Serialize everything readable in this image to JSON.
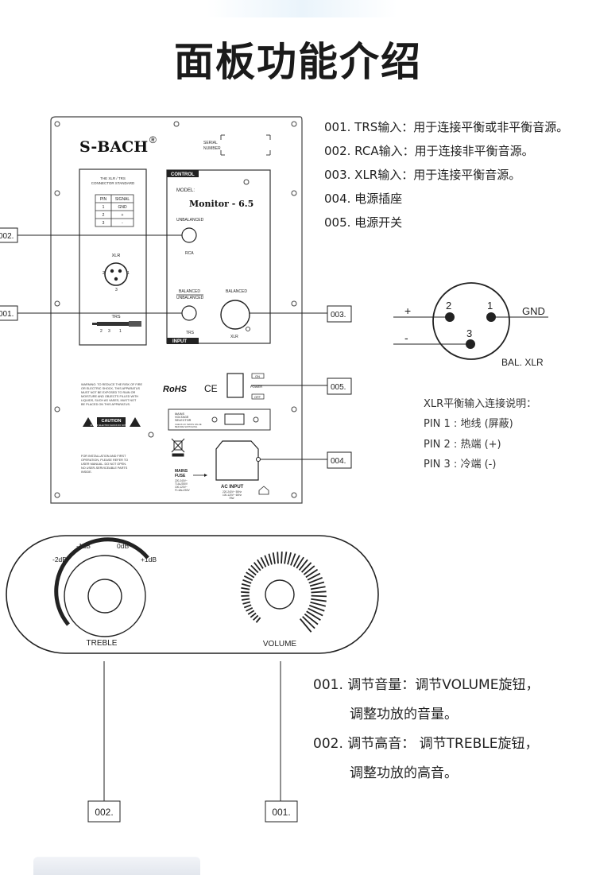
{
  "title": "面板功能介绍",
  "panel": {
    "brand": "S-BACH",
    "brand_mark": "®",
    "serial_label": "SERIAL NUMBER",
    "xlr_std_title": "THE XLR / TRS CONNECTOR STANDARD",
    "pin_table": {
      "headers": [
        "PIN",
        "SIGNAL"
      ],
      "rows": [
        [
          "1",
          "GND"
        ],
        [
          "2",
          "+"
        ],
        [
          "3",
          "-"
        ]
      ]
    },
    "xlr_label": "XLR",
    "xlr_pins": [
      "1",
      "2",
      "3"
    ],
    "trs_label": "TRS",
    "trs_pins": [
      "2",
      "3",
      "1"
    ],
    "control_tab": "CONTROL",
    "model_label": "MODEL:",
    "model_name": "Monitor - 6.5",
    "unbalanced_label": "UNBALANCED",
    "rca_label": "RCA",
    "balanced_unbalanced_top": "BALANCED",
    "balanced_unbalanced_bottom": "UNBALANCED",
    "balanced_label": "BALANCED",
    "trs_jack_label": "TRS",
    "xlr_jack_label": "XLR",
    "input_tab": "INPUT",
    "warning_text": [
      "WARNING: TO REDUCE THE RISK OF FIRE",
      "OR ELECTRIC SHOCK, THIS APPARATUS",
      "MUST NOT BE EXPOSED TO RAIN OR",
      "MOISTURE AND OBJECTS FILLED WITH",
      "LIQUIDS, SUCH AS VASES, MUST NOT",
      "BE PLACED ON THIS APPARATUS."
    ],
    "caution_label": "CAUTION",
    "caution_sub": "RISK OF ELECTRIC SHOCK DO NOT OPEN",
    "rohs": "RoHS",
    "ce": "CE",
    "power_on": "ON",
    "power_label": "POWER",
    "power_off": "OFF",
    "mains_selector": [
      "MAINS",
      "VOLTAGE",
      "SELECTOR"
    ],
    "mains_selector_note": [
      "CHECK AC MAINS VALUE",
      "BEFORE SWITCHING"
    ],
    "install_text": [
      "FOR INSTALLATION AND FIRST",
      "OPERATION, PLEASE REFER TO",
      "USER MANUAL. DO NOT OPEN.",
      "NO USER-SERVICEABLE PARTS",
      "INSIDE."
    ],
    "mains_fuse": [
      "MAINS",
      "FUSE"
    ],
    "fuse_specs": [
      "220-240V~",
      "T1AL/250V",
      "100-120V~",
      "F1.6AL/250V"
    ],
    "ac_input": "AC INPUT",
    "ac_specs": [
      "220-240V~ 50Hz",
      "100-120V~ 60Hz",
      "75W"
    ]
  },
  "callouts": {
    "c002": "002.",
    "c001": "001.",
    "c003": "003.",
    "c005": "005.",
    "c004": "004."
  },
  "specs": [
    "001. TRS输入：用于连接平衡或非平衡音源。",
    "002. RCA输入：用于连接非平衡音源。",
    "003. XLR输入：用于连接平衡音源。",
    "004. 电源插座",
    "005. 电源开关"
  ],
  "xlr_diagram": {
    "plus": "+",
    "minus": "-",
    "pin1": "1",
    "pin2": "2",
    "pin3": "3",
    "gnd": "GND",
    "bal": "BAL. XLR"
  },
  "pin_notes": [
    "XLR平衡输入连接说明：",
    "PIN 1 : 地线 (屏蔽)",
    "PIN 2 : 热端 (+)",
    "PIN 3 : 冷端 (-)"
  ],
  "knobs": {
    "treble_marks": [
      "-2dB",
      "-1dB",
      "0dB",
      "+1dB"
    ],
    "treble_label": "TREBLE",
    "volume_label": "VOLUME",
    "callout_left": "002.",
    "callout_right": "001."
  },
  "controls": [
    "001. 调节音量：调节VOLUME旋钮，",
    "调整功放的音量。",
    "002. 调节高音： 调节TREBLE旋钮，",
    "调整功放的高音。"
  ]
}
